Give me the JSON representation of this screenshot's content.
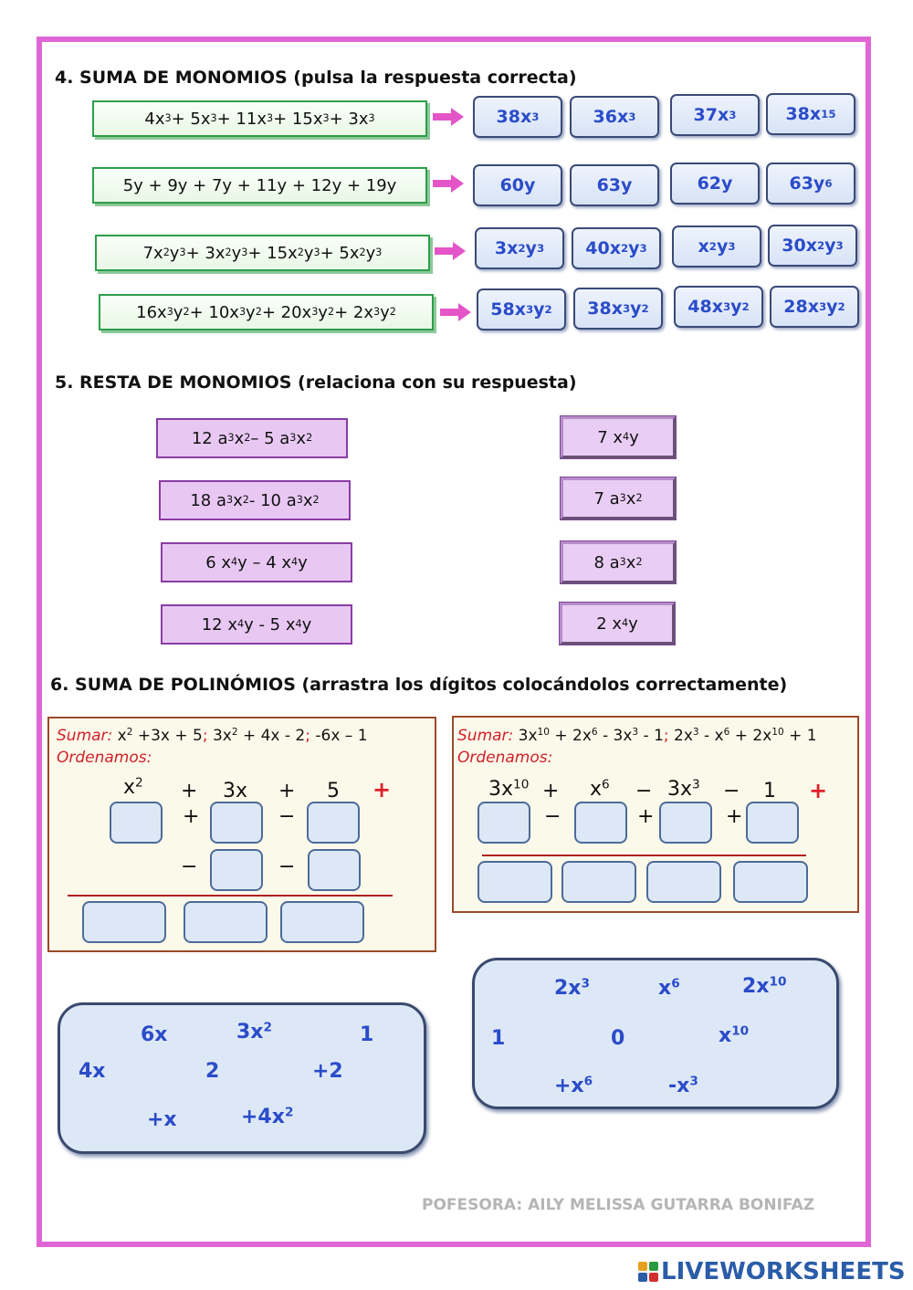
{
  "section4": {
    "title": "4.  SUMA DE MONOMIOS (pulsa la respuesta correcta)",
    "rows": [
      {
        "expr": "4x<sup>3</sup> + 5x<sup>3</sup> + 11x<sup>3</sup> + 15x<sup>3</sup> + 3x<sup>3</sup>",
        "options": [
          "38x<sup>3</sup>",
          "36x<sup>3</sup>",
          "37x<sup>3</sup>",
          "38x<sup>15</sup>"
        ]
      },
      {
        "expr": "5y + 9y + 7y + 11y + 12y + 19y",
        "options": [
          "60y",
          "63y",
          "62y",
          "63y<sup>6</sup>"
        ]
      },
      {
        "expr": "7x<sup>2</sup>y<sup>3</sup> + 3x<sup>2</sup>y<sup>3</sup> + 15x<sup>2</sup>y<sup>3</sup> + 5x<sup>2</sup>y<sup>3</sup>",
        "options": [
          "3x<sup>2</sup>y<sup>3</sup>",
          "40x<sup>2</sup>y<sup>3</sup>",
          "x<sup>2</sup>y<sup>3</sup>",
          "30x<sup>2</sup>y<sup>3</sup>"
        ]
      },
      {
        "expr": "16x<sup>3</sup>y<sup>2</sup> + 10x<sup>3</sup>y<sup>2</sup> + 20x<sup>3</sup>y<sup>2</sup>+ 2x<sup>3</sup>y<sup>2</sup>",
        "options": [
          "58x<sup>3</sup>y<sup>2</sup>",
          "38x<sup>3</sup>y<sup>2</sup>",
          "48x<sup>3</sup>y<sup>2</sup>",
          "28x<sup>3</sup>y<sup>2</sup>"
        ]
      }
    ]
  },
  "section5": {
    "title": "5.  RESTA DE MONOMIOS (relaciona con su respuesta)",
    "left": [
      "12 a<sup>3</sup>x<sup>2</sup> – 5 a<sup>3</sup>x<sup>2</sup>",
      "18 a<sup>3</sup>x<sup>2</sup> - 10 a<sup>3</sup>x<sup>2</sup>",
      "6 x<sup>4</sup>y – 4 x<sup>4</sup>y",
      "12 x<sup>4</sup>y - 5 x<sup>4</sup>y"
    ],
    "right": [
      "7 x<sup>4</sup>y",
      "7 a<sup>3</sup>x<sup>2</sup>",
      "8 a<sup>3</sup>x<sup>2</sup>",
      "2 x<sup>4</sup>y"
    ]
  },
  "section6": {
    "title": "6.  SUMA DE POLINÓMIOS (arrastra los dígitos colocándolos correctamente)",
    "problem1": {
      "sumar_label": "Sumar:",
      "sumar_text": " x<sup>2</sup> +3x + 5<span class=\"redp\">;</span> 3x<sup>2</sup> + 4x - 2<span class=\"redp\">;</span> -6x – 1",
      "ordenamos": "Ordenamos:",
      "row1": [
        "x<sup>2</sup>",
        "+",
        "3x",
        "+",
        "5"
      ],
      "row2_ops": [
        "+",
        "−"
      ],
      "row3_ops": [
        "−",
        "−"
      ],
      "plus": "+"
    },
    "problem2": {
      "sumar_label": "Sumar:",
      "sumar_text": " 3x<sup>10</sup> + 2x<sup>6</sup> - 3x<sup>3</sup> - 1<span class=\"redp\">;</span> 2x<sup>3</sup> - x<sup>6</sup> + 2x<sup>10</sup> + 1",
      "ordenamos": "Ordenamos:",
      "row1": [
        "3x<sup>10</sup>",
        "+",
        "x<sup>6</sup>",
        "−",
        "3x<sup>3</sup>",
        "−",
        "1"
      ],
      "row2_ops": [
        "−",
        "+",
        "+"
      ],
      "plus": "+"
    },
    "bank1": [
      "6x",
      "3x<sup>2</sup>",
      "1",
      "4x",
      "2",
      "+2",
      "+x",
      "+4x<sup>2</sup>"
    ],
    "bank2": [
      "2x<sup>3</sup>",
      "x<sup>6</sup>",
      "2x<sup>10</sup>",
      "1",
      "0",
      "x<sup>10</sup>",
      "+x<sup>6</sup>",
      "-x<sup>3</sup>"
    ]
  },
  "footer": "POFESORA: AILY MELISSA GUTARRA BONIFAZ",
  "logo": "LIVEWORKSHEETS",
  "colors": {
    "frame": "#e066d6",
    "option_text": "#2b4cc9",
    "arrow": "#e455c8"
  }
}
